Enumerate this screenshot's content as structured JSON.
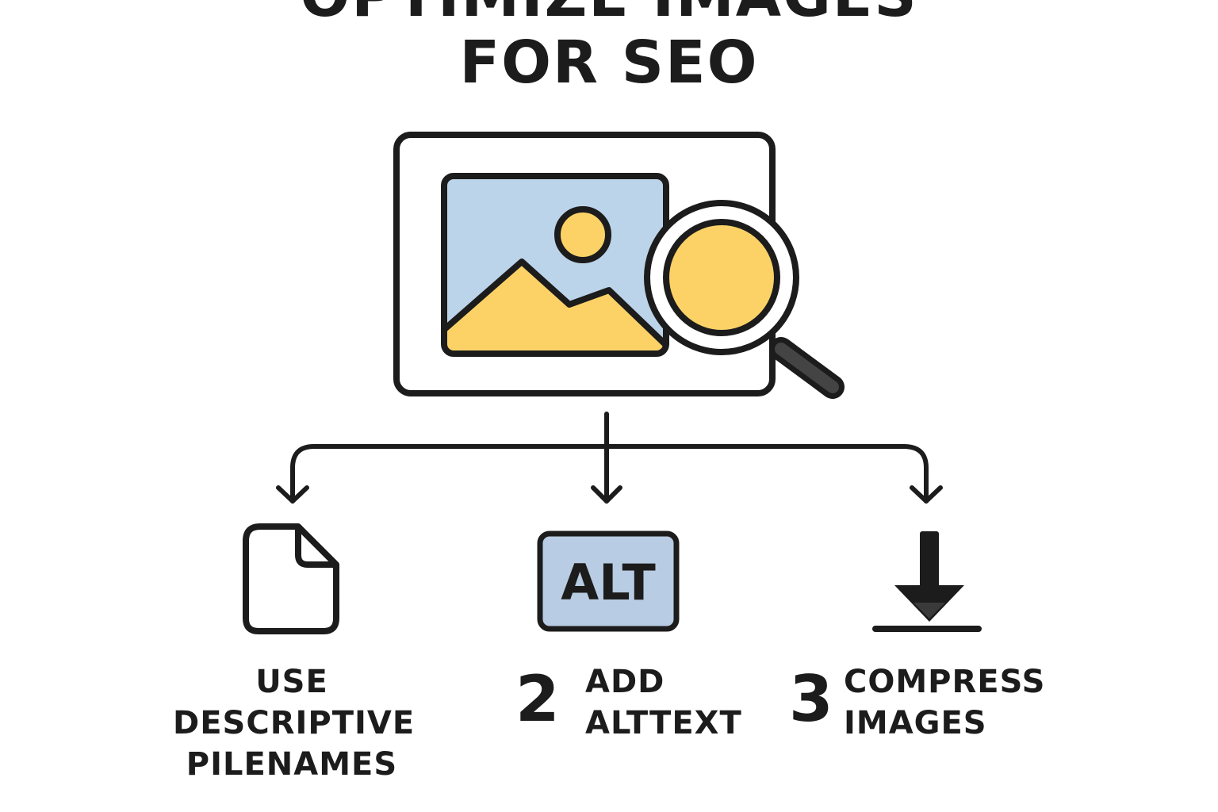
{
  "title": {
    "line1": "OPTIMIZE IMAGES",
    "line2": "FOR SEO"
  },
  "center_icon": {
    "badge_text": "ALT"
  },
  "steps": [
    {
      "number": "",
      "line1": "USE",
      "line2": "DESCRIPTIVE",
      "line3": "PILENAMES"
    },
    {
      "number": "2",
      "line1": "ADD",
      "line2": "ALTTEXT"
    },
    {
      "number": "3",
      "line1": "COMPRESS",
      "line2": "IMAGES"
    }
  ],
  "colors": {
    "stroke": "#1c1c1c",
    "image_bg": "#bcd4e9",
    "accent_yellow": "#fcd267",
    "alt_badge_bg": "#b8cce3"
  }
}
